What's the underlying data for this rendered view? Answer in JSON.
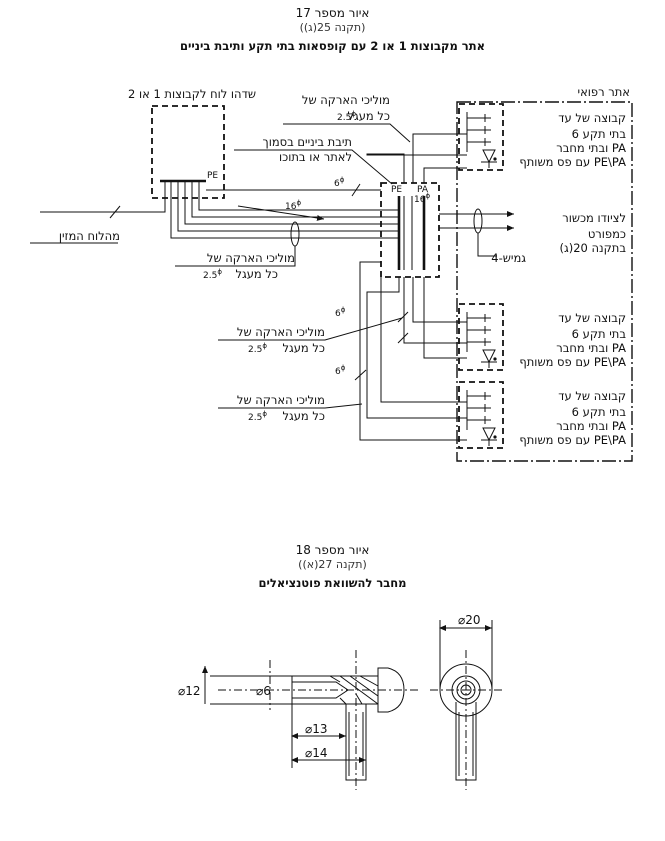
{
  "figure17": {
    "number": "איור מספר 17",
    "regulation": "(תקנה 25(ג))",
    "title": "אתר מקבוצות 1 או 2 עם קופסאות בתי תקע ותיבת ביניים",
    "labels": {
      "panel": "שדהו לוח לקבוצות 1 או 2",
      "panel_pe": "PE",
      "feed": "מהלוח המזין",
      "medical_site": "אתר רפואי",
      "ground_conductors": "מוליכי הארקה של",
      "per_circuit": "כל מעגל",
      "size_25": "2.5",
      "junction_box_1": "תיבת ביניים בסמוך",
      "junction_box_2": "לאתר או בתוכו",
      "size_6": "6",
      "size_16": "16",
      "box_pe": "PE",
      "box_pa": "PA",
      "group_line1": "קבוצה של עד",
      "group_line2": "6 בתי תקע",
      "group_line3": "ובתי מחבר PA",
      "group_line4": "עם פס משותף PE\\PA",
      "computer_1": "לציודו מכשור",
      "computer_2": "כמפורט",
      "computer_3": "בתקנה 20(ג)",
      "flexible": "4-גמיש",
      "phi": "ϕ"
    }
  },
  "figure18": {
    "number": "איור מספר 18",
    "regulation": "(תקנה 27(א))",
    "title": "מחבר להשוואת פוטנציאלים",
    "dims": {
      "d12": "12",
      "d6": "6",
      "l13": "13",
      "l14": "14",
      "d20": "20",
      "dia_sym": "⌀"
    }
  }
}
